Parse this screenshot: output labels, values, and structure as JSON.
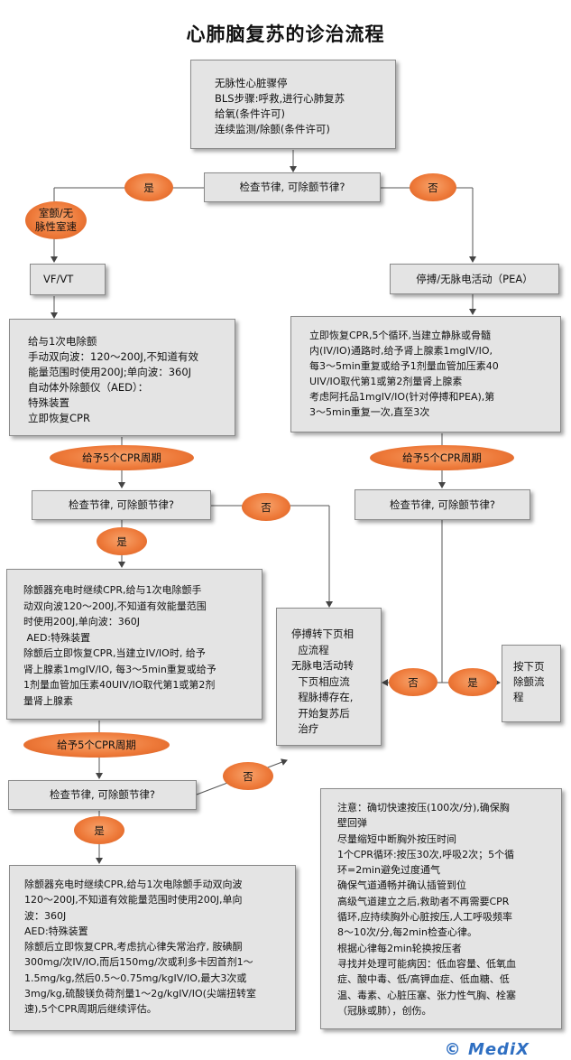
{
  "title": "心肺脑复苏的诊治流程",
  "boxes": {
    "start": [
      "无脉性心脏骤停",
      "BLS步骤:呼救,进行心肺复苏",
      "给氧(条件许可)",
      "连续监测/除颤(条件许可)"
    ],
    "check1": "检查节律, 可除颤节律?",
    "vfvt": "VF/VT",
    "pea": "停搏/无脉电活动（PEA）",
    "shock1": [
      "给与1次电除颤",
      "手动双向波：120～200J,不知道有效",
      "能量范围时使用200J;单向波：360J",
      "自动体外除颤仪（AED）：",
      "特殊装置",
      "立即恢复CPR"
    ],
    "pea_treat": [
      "立即恢复CPR,5个循环,当建立静脉或骨髓",
      "内(IV/IO)通路时,给予肾上腺素1mgIV/IO,",
      "每3～5min重复或给予1剂量血管加压素40",
      "UIV/IO取代第1或第2剂量肾上腺素",
      "考虑阿托品1mgIV/IO(针对停搏和PEA),第",
      "3～5min重复一次,直至3次"
    ],
    "check2": "检查节律, 可除颤节律?",
    "check_right": "检查节律, 可除颤节律?",
    "shock2": [
      "除颤器充电时继续CPR,给与1次电除颤手",
      "动双向波120～200J,不知道有效能量范围",
      "时使用200J,单向波：360J",
      " AED:特殊装置",
      "除颤后立即恢复CPR,当建立IV/IO时, 给予",
      "肾上腺素1mgIV/IO, 每3～5min重复或给予",
      "1剂量血管加压素40UIV/IO取代第1或第2剂",
      "量肾上腺素"
    ],
    "middle": [
      "停搏转下页相",
      "  应流程",
      "无脉电活动转",
      "  下页相应流",
      "  程脉搏存在,",
      "  开始复苏后",
      "  治疗"
    ],
    "next_page": [
      "按下页",
      "除颤流",
      "程"
    ],
    "check3": "检查节律, 可除颤节律?",
    "shock3": [
      "除颤器充电时继续CPR,给与1次电除颤手动双向波",
      "120～200J,不知道有效能量范围时使用200J,单向",
      "波：360J",
      "AED:特殊装置",
      "除颤后立即恢复CPR,考虑抗心律失常治疗, 胺碘酮",
      "300mg/次IV/IO,而后150mg/次或利多卡因首剂1～",
      "1.5mg/kg,然后0.5～0.75mg/kgIV/IO,最大3次或",
      "3mg/kg,硫酸镁负荷剂量1～2g/kgIV/IO(尖端扭转室",
      "速),5个CPR周期后继续评估。"
    ],
    "notes": [
      "注意：确切快速按压(100次/分),确保胸",
      "壁回弹",
      "尽量缩短中断胸外按压时间",
      "1个CPR循环:按压30次,呼吸2次；5个循",
      "环=2min避免过度通气",
      "确保气道通畅并确认插管到位",
      "高级气道建立之后,救助者不再需要CPR",
      "循环,应持续胸外心脏按压,人工呼吸频率",
      "8～10次/分,每2min检查心律。",
      "根据心律每2min轮换按压者",
      "寻找并处理可能病因：低血容量、低氧血",
      "症、酸中毒、低/高钾血症、低血糖、低",
      "温、毒素、心脏压塞、张力性气胸、栓塞",
      "（冠脉或肺），创伤。"
    ]
  },
  "ovals": {
    "yes1": "是",
    "no1": "否",
    "vf_label": [
      "室颤/无",
      "脉性室速"
    ],
    "cpr_left1": "给予5个CPR周期",
    "cpr_right": "给予5个CPR周期",
    "no2": "否",
    "yes2": "是",
    "cpr_left2": "给予5个CPR周期",
    "no3": "否",
    "yes3": "是",
    "no_mid": "否",
    "yes_mid": "是"
  },
  "logo": "© MediX"
}
